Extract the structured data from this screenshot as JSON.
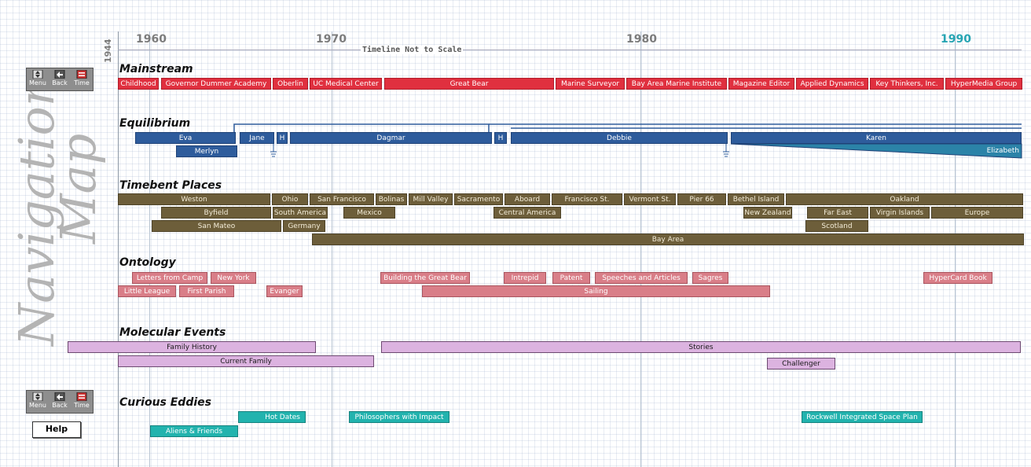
{
  "decades": [
    "1960",
    "1970",
    "1980",
    "1990"
  ],
  "year_start": "1944",
  "timeline_note": "Timeline Not to Scale",
  "nav_title": {
    "word1": "Navigation",
    "word2": "Map"
  },
  "nav_buttons": {
    "menu": "Menu",
    "back": "Back",
    "time": "Time"
  },
  "help_label": "Help",
  "colors": {
    "mainstream": "#e0303f",
    "equilibrium": "#2e5c9c",
    "places": "#6d5e3a",
    "ontology": "#d97e88",
    "molecular": "#dcb3e0",
    "eddies": "#22b3ae",
    "highlight_decade": "#27a5b3"
  },
  "categories": {
    "mainstream": "Mainstream",
    "equilibrium": "Equilibrium",
    "places": "Timebent Places",
    "ontology": "Ontology",
    "molecular": "Molecular Events",
    "eddies": "Curious Eddies"
  },
  "mainstream": [
    "Childhood",
    "Governor Dummer Academy",
    "Oberlin",
    "UC Medical Center",
    "Great Bear",
    "Marine Surveyor",
    "Bay Area Marine Institute",
    "Magazine Editor",
    "Applied Dynamics",
    "Key Thinkers, Inc.",
    "HyperMedia Group"
  ],
  "equilibrium": {
    "row1": [
      "Eva",
      "Jane",
      "H",
      "Dagmar",
      "H",
      "Debbie",
      "Karen"
    ],
    "row2": [
      "Merlyn",
      "Elizabeth"
    ]
  },
  "places": {
    "row1": [
      "Weston",
      "Ohio",
      "San Francisco",
      "Bolinas",
      "Mill Valley",
      "Sacramento",
      "Aboard",
      "Francisco St.",
      "Vermont St.",
      "Pier 66",
      "Bethel Island",
      "Oakland"
    ],
    "row2": [
      "Byfield",
      "South America",
      "Mexico",
      "Central America",
      "New Zealand",
      "Far East",
      "Virgin Islands",
      "Europe"
    ],
    "row3": [
      "San Mateo",
      "Germany",
      "Scotland"
    ],
    "row4": [
      "Bay Area"
    ]
  },
  "ontology": {
    "row1": [
      "Letters from Camp",
      "New York",
      "Building the Great Bear",
      "Intrepid",
      "Patent",
      "Speeches and Articles",
      "Sagres",
      "HyperCard Book"
    ],
    "row2": [
      "Little League",
      "First Parish",
      "Evanger",
      "Sailing"
    ]
  },
  "molecular": {
    "row1": [
      "Family History",
      "Stories"
    ],
    "row2": [
      "Current Family",
      "Challenger"
    ]
  },
  "eddies": {
    "row1": [
      "Hot Dates",
      "Philosophers with Impact",
      "Rockwell Integrated Space Plan"
    ],
    "row2": [
      "Aliens & Friends"
    ]
  }
}
